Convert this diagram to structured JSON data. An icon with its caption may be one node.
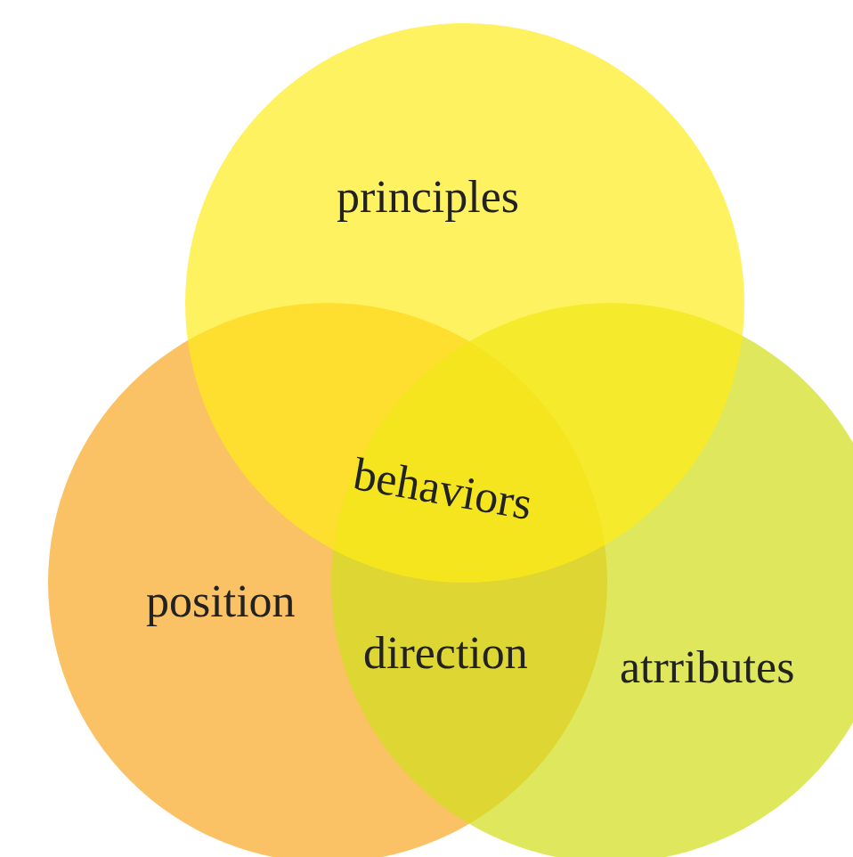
{
  "diagram": {
    "nodes": [
      {
        "text": [
          "position"
        ]
      },
      {
        "text": [
          "atrributes"
        ]
      },
      {
        "text": [
          "principles"
        ]
      }
    ],
    "labels": [
      "behaviors",
      "direction"
    ]
  }
}
